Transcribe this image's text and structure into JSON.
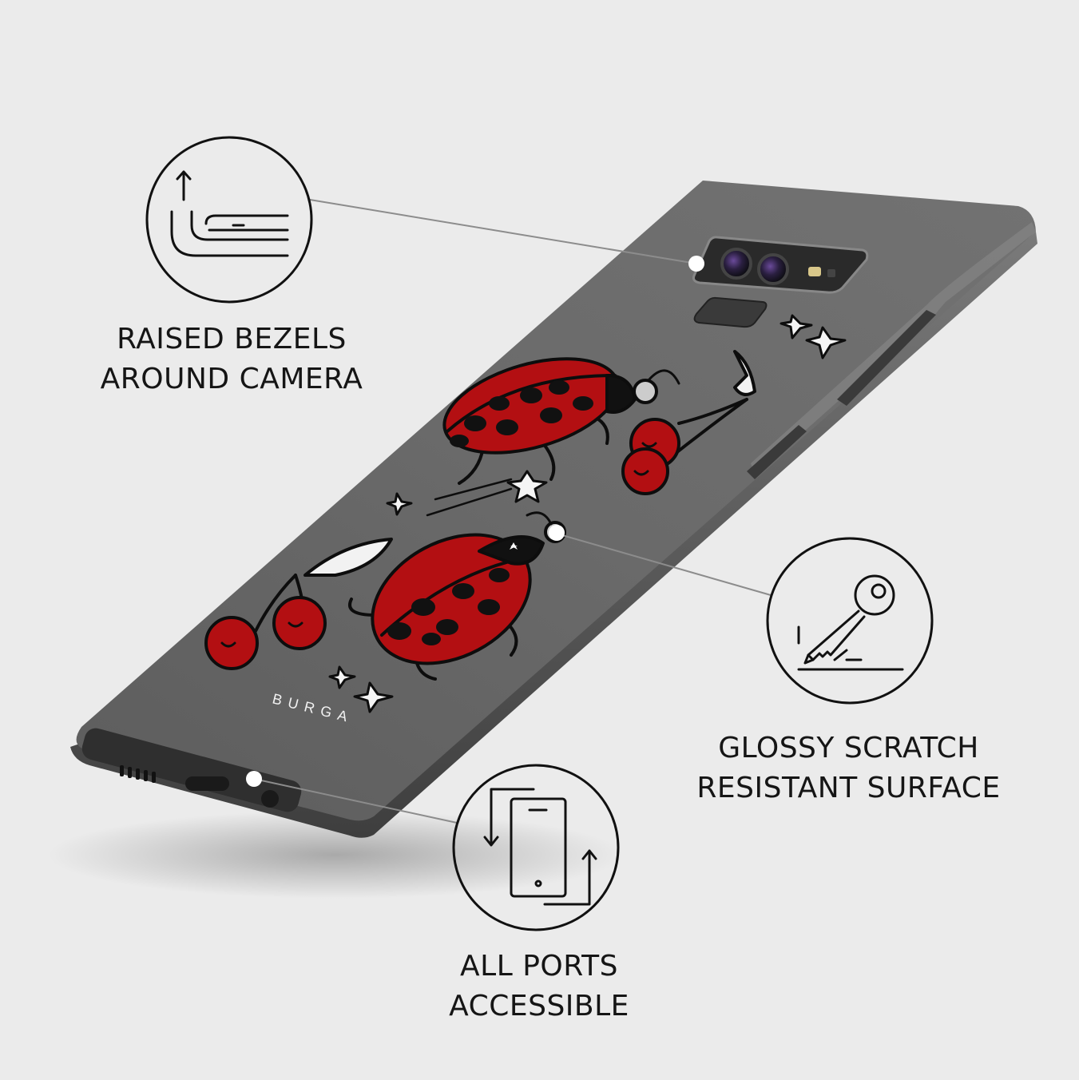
{
  "brand": "BURGA",
  "features": {
    "bezels": {
      "line1": "RAISED BEZELS",
      "line2": "AROUND CAMERA",
      "icon": "raised-bezel-icon"
    },
    "scratch": {
      "line1": "GLOSSY SCRATCH",
      "line2": "RESISTANT SURFACE",
      "icon": "key-scratch-icon"
    },
    "ports": {
      "line1": "ALL PORTS",
      "line2": "ACCESSIBLE",
      "icon": "phone-rotate-icon"
    }
  },
  "colors": {
    "background": "#ebebeb",
    "case": "#646464",
    "ladybug_red": "#b30f12",
    "outline": "#111111"
  }
}
